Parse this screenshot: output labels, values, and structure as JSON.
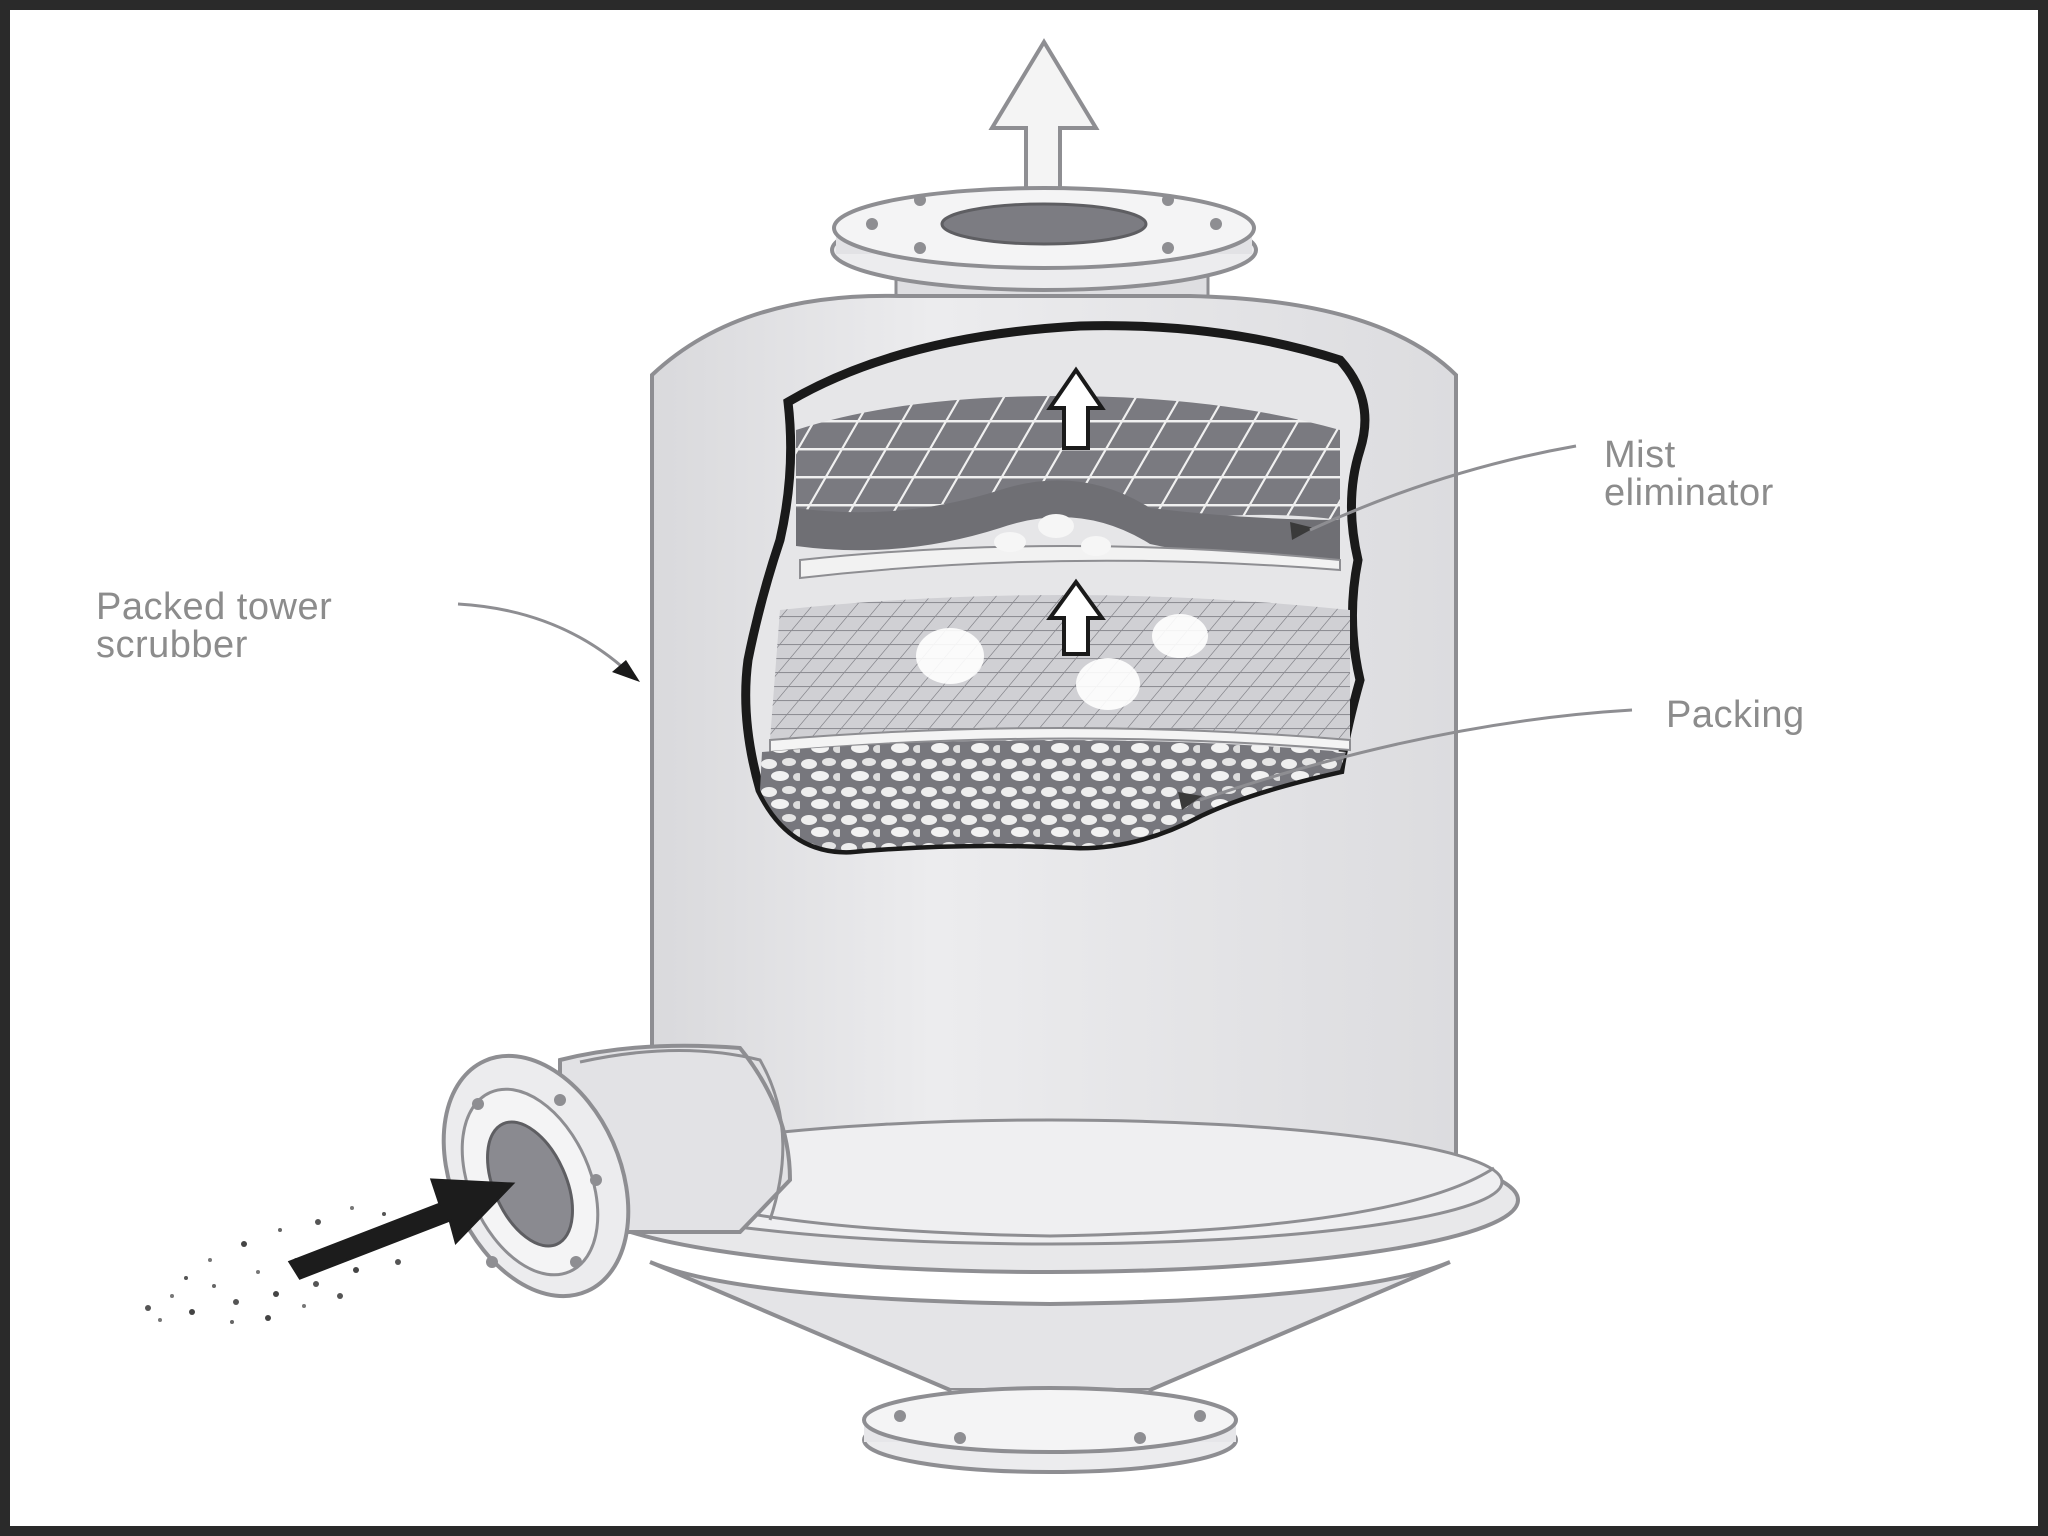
{
  "labels": {
    "packed_tower_line1": "Packed tower",
    "packed_tower_line2": "scrubber",
    "mist_line1": "Mist",
    "mist_line2": "eliminator",
    "packing": "Packing"
  },
  "colors": {
    "frame": "#2a2a2a",
    "shell": "#e6e6e8",
    "outline": "#8e8e92",
    "cutaway_border": "#1a1a1a",
    "mesh_dark": "#6d6d72",
    "packing_fill": "#7a7a80",
    "arrow": "#1c1c1c",
    "label_text": "#8c8c8c"
  }
}
